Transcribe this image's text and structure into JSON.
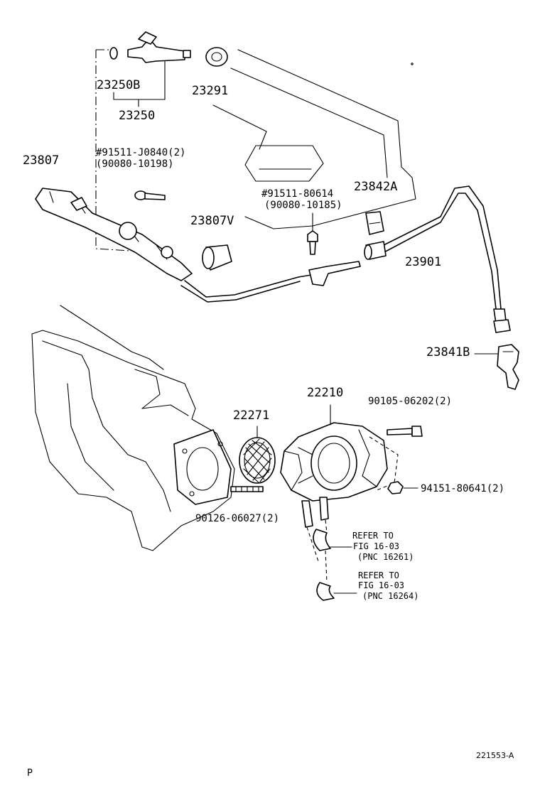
{
  "callouts": {
    "p23250b": "23250B",
    "p23250": "23250",
    "p23291": "23291",
    "p23807": "23807",
    "bolt1_part": "#91511-J0840(2)",
    "bolt1_alt": "(90080-10198)",
    "bolt2_part": "#91511-80614",
    "bolt2_alt": "(90080-10185)",
    "p23842a": "23842A",
    "p23807v": "23807V",
    "p23901": "23901",
    "p23841b": "23841B",
    "p22210": "22210",
    "p22271": "22271",
    "bolt3": "90105-06202(2)",
    "nut": "94151-80641(2)",
    "stud": "90126-06027(2)"
  },
  "references": [
    {
      "line1": "REFER TO",
      "line2": "FIG 16-03",
      "line3": "(PNC 16261)"
    },
    {
      "line1": "REFER TO",
      "line2": "FIG 16-03",
      "line3": "(PNC 16264)"
    }
  ],
  "footer": {
    "figure_code": "221553-A",
    "corner_mark": "P"
  }
}
